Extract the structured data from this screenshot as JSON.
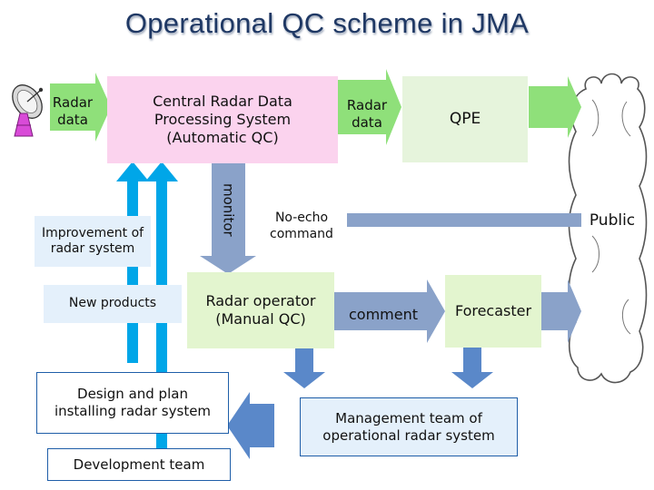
{
  "title": "Operational QC scheme in JMA",
  "nodes": {
    "radar_data_in": "Radar\ndata",
    "central_system": "Central Radar Data\nProcessing System\n(Automatic QC)",
    "radar_data_out": "Radar\ndata",
    "qpe": "QPE",
    "monitor": "monitor",
    "no_echo": "No-echo\ncommand",
    "improvement": "Improvement of\nradar system",
    "new_products": "New products",
    "radar_operator": "Radar operator\n(Manual QC)",
    "comment": "comment",
    "forecaster": "Forecaster",
    "public": "Public",
    "design_plan": "Design and plan\ninstalling radar system",
    "management": "Management team of\noperational radar system",
    "development": "Development team"
  },
  "colors": {
    "title": "#1f3864",
    "arrow_green": "#8fe07a",
    "arrow_blue": "#00a6e8",
    "arrow_gray": "#8aa2c9",
    "box_pink": "#fbd3ee",
    "box_green": "#e6f4dc"
  }
}
